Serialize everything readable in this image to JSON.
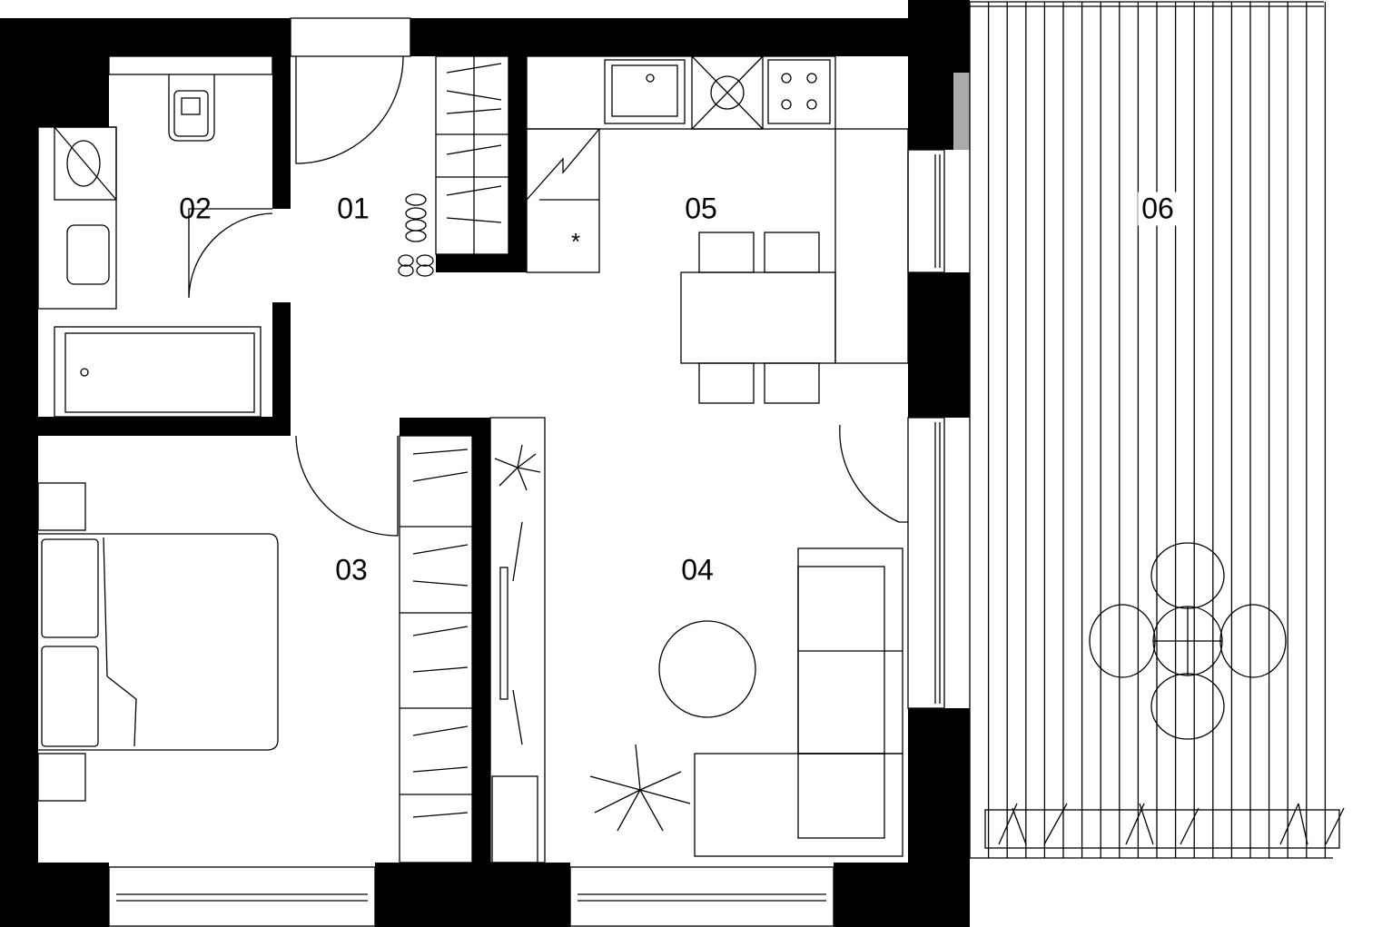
{
  "plan": {
    "rooms": [
      {
        "id": "01",
        "label": "01"
      },
      {
        "id": "02",
        "label": "02"
      },
      {
        "id": "03",
        "label": "03"
      },
      {
        "id": "04",
        "label": "04"
      },
      {
        "id": "05",
        "label": "05"
      },
      {
        "id": "06",
        "label": "06"
      }
    ],
    "fridge_symbol": "*"
  }
}
